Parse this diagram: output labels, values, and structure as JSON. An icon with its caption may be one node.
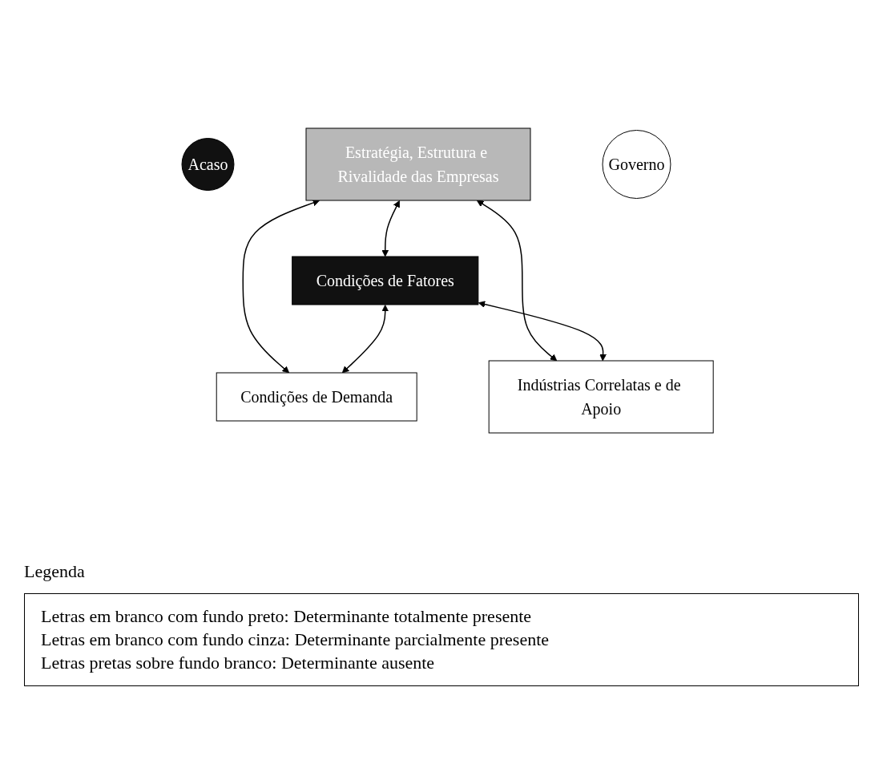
{
  "diagram": {
    "nodes": [
      {
        "text": [
          "Acaso"
        ]
      },
      {
        "text": [
          "Estratégia, Estrutura e Rivalidade das Empresas"
        ]
      },
      {
        "text": [
          "Condições de Fatores"
        ]
      },
      {
        "text": [
          "Condições de Demanda"
        ]
      },
      {
        "text": [
          "Indústrias Correlatas e de Apoio"
        ]
      },
      {
        "text": [
          "Governo"
        ]
      }
    ],
    "edges": [
      {
        "from": 1,
        "to": 2,
        "arrow": "both"
      },
      {
        "from": 1,
        "to": 3,
        "arrow": "both"
      },
      {
        "from": 2,
        "to": 3,
        "arrow": "both"
      },
      {
        "from": 1,
        "to": 4,
        "arrow": "both"
      },
      {
        "from": 2,
        "to": 4,
        "arrow": "both"
      }
    ],
    "labels": [
      "Legenda",
      "Letras em branco com fundo preto: Determinante totalmente presente",
      "Letras em branco com fundo cinza: Determinante parcialmente presente",
      "Letras pretas sobre fundo branco: Determinante ausente"
    ]
  }
}
